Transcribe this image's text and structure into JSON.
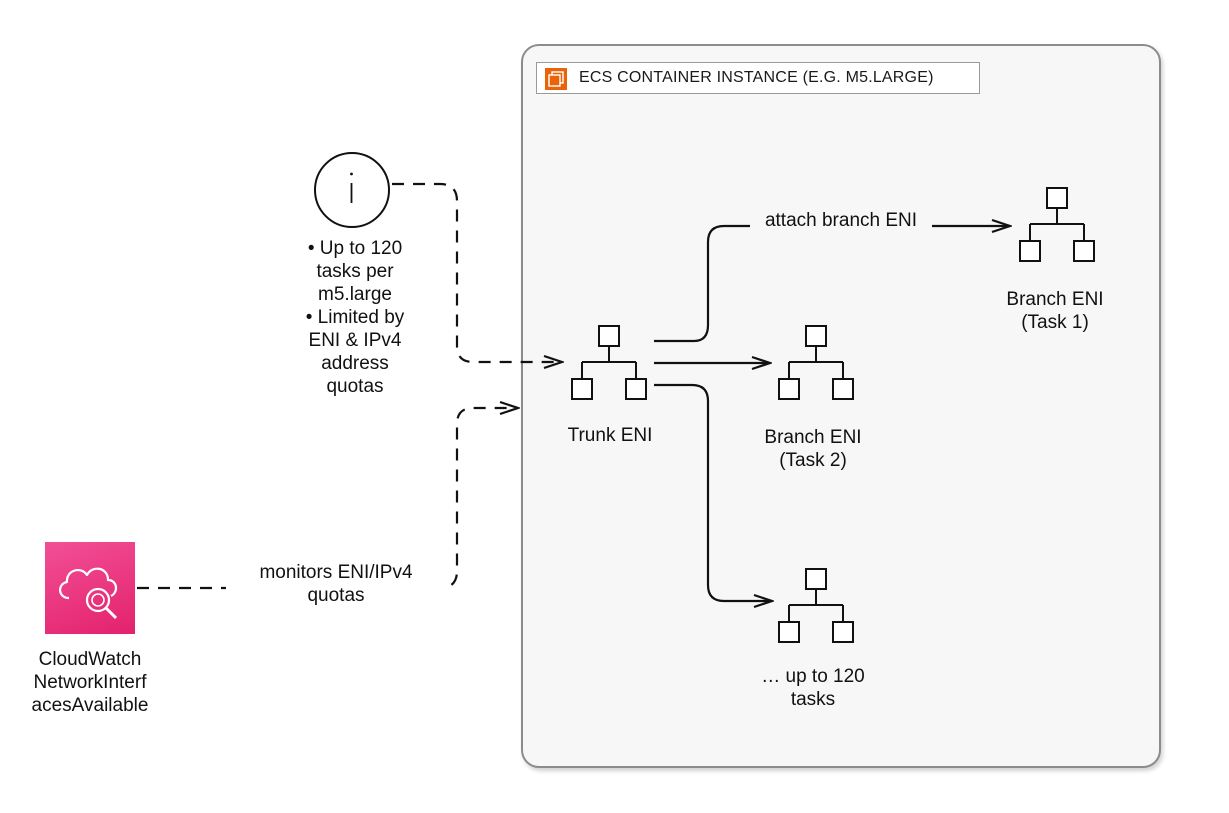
{
  "container": {
    "title": "ECS CONTAINER INSTANCE (E.G. M5.LARGE)",
    "header_icon": "ec2-instance-icon",
    "header_icon_color": "#e8630a"
  },
  "nodes": {
    "trunk_eni": {
      "label": "Trunk ENI",
      "icon": "network-tree-icon"
    },
    "branch_task1": {
      "label_line1": "Branch ENI",
      "label_line2": "(Task 1)",
      "icon": "network-tree-icon"
    },
    "branch_task2": {
      "label_line1": "Branch ENI",
      "label_line2": "(Task 2)",
      "icon": "network-tree-icon"
    },
    "up_to_120": {
      "label_line1": "… up to 120",
      "label_line2": "tasks",
      "icon": "network-tree-icon"
    }
  },
  "info_note": {
    "icon": "info-icon",
    "lines": [
      "• Up to 120",
      "tasks per",
      "m5.large",
      "• Limited by",
      "ENI & IPv4",
      "address",
      "quotas"
    ]
  },
  "cloudwatch": {
    "icon": "cloudwatch-icon",
    "icon_color": "#e7327c",
    "lines": [
      "CloudWatch",
      "NetworkInterf",
      "acesAvailable"
    ]
  },
  "edges": {
    "attach_label": "attach branch ENI",
    "monitors_line1": "monitors ENI/IPv4",
    "monitors_line2": "quotas"
  }
}
